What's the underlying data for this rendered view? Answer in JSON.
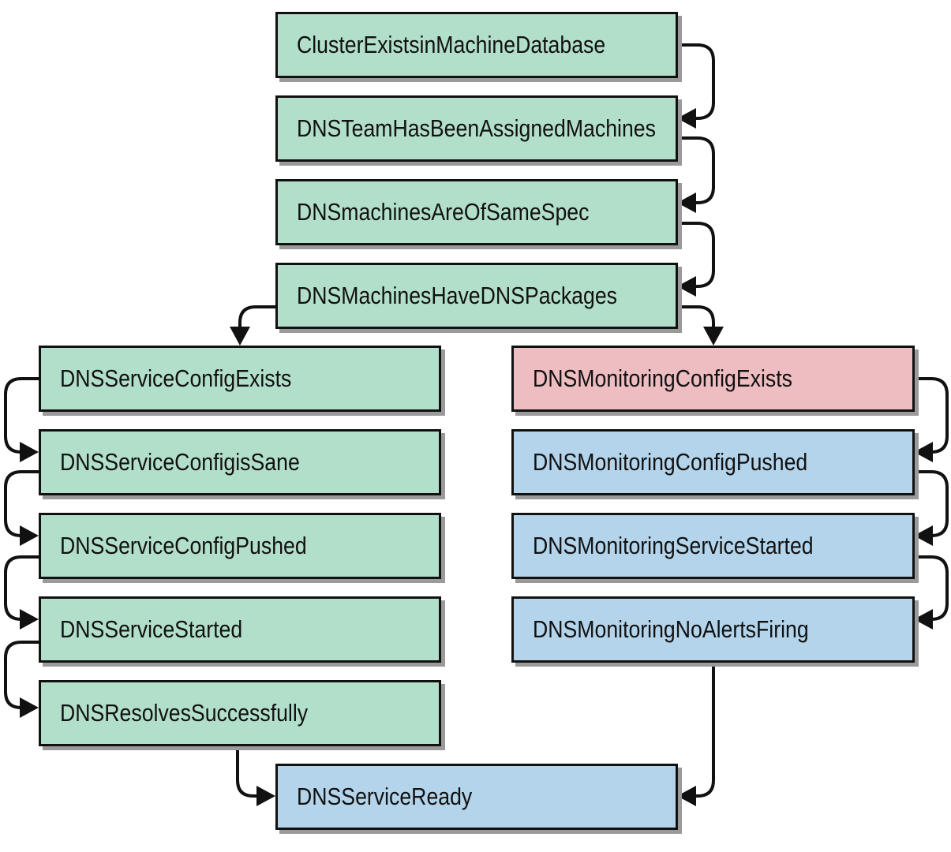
{
  "colors": {
    "green": "#b2dfca",
    "red": "#edbdc1",
    "blue": "#b3d4ea",
    "line": "#111111"
  },
  "nodes": {
    "cluster_exists": "ClusterExistsinMachineDatabase",
    "team_assigned": "DNSTeamHasBeenAssignedMachines",
    "same_spec": "DNSmachinesAreOfSameSpec",
    "have_packages": "DNSMachinesHaveDNSPackages",
    "service_config_exists": "DNSServiceConfigExists",
    "service_config_sane": "DNSServiceConfigisSane",
    "service_config_pushed": "DNSServiceConfigPushed",
    "service_started": "DNSServiceStarted",
    "resolves_successfully": "DNSResolvesSuccessfully",
    "monitoring_config_exists": "DNSMonitoringConfigExists",
    "monitoring_config_pushed": "DNSMonitoringConfigPushed",
    "monitoring_service_started": "DNSMonitoringServiceStarted",
    "monitoring_no_alerts": "DNSMonitoringNoAlertsFiring",
    "service_ready": "DNSServiceReady"
  },
  "edges": [
    [
      "cluster_exists",
      "team_assigned"
    ],
    [
      "team_assigned",
      "same_spec"
    ],
    [
      "same_spec",
      "have_packages"
    ],
    [
      "have_packages",
      "service_config_exists"
    ],
    [
      "have_packages",
      "monitoring_config_exists"
    ],
    [
      "service_config_exists",
      "service_config_sane"
    ],
    [
      "service_config_sane",
      "service_config_pushed"
    ],
    [
      "service_config_pushed",
      "service_started"
    ],
    [
      "service_started",
      "resolves_successfully"
    ],
    [
      "monitoring_config_exists",
      "monitoring_config_pushed"
    ],
    [
      "monitoring_config_pushed",
      "monitoring_service_started"
    ],
    [
      "monitoring_service_started",
      "monitoring_no_alerts"
    ],
    [
      "resolves_successfully",
      "service_ready"
    ],
    [
      "monitoring_no_alerts",
      "service_ready"
    ]
  ]
}
